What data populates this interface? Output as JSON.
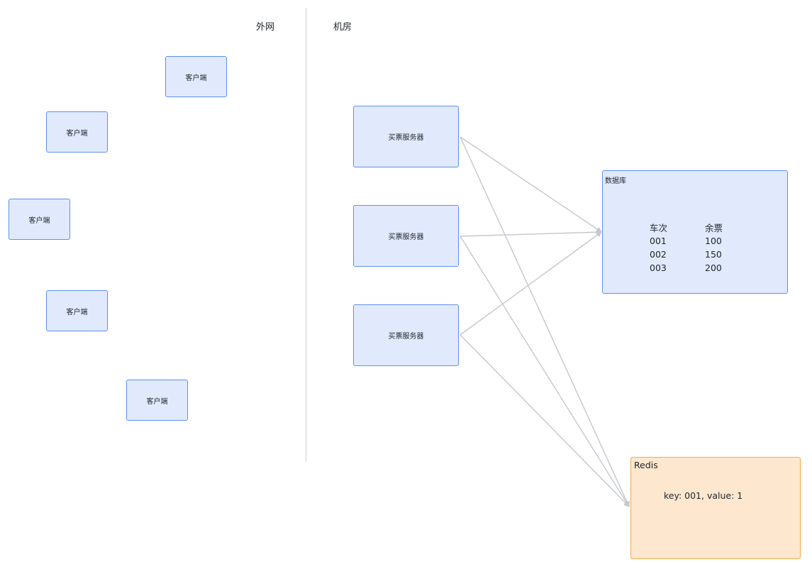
{
  "zones": {
    "outside": "外网",
    "datacenter": "机房"
  },
  "clients": [
    "客户端",
    "客户端",
    "客户端",
    "客户端",
    "客户端"
  ],
  "servers": [
    "买票服务器",
    "买票服务器",
    "买票服务器"
  ],
  "database": {
    "title": "数据库",
    "columns": [
      "车次",
      "余票"
    ],
    "rows": [
      [
        "001",
        "100"
      ],
      [
        "002",
        "150"
      ],
      [
        "003",
        "200"
      ]
    ]
  },
  "redis": {
    "title": "Redis",
    "entry": "key: 001, value: 1"
  },
  "colors": {
    "box_fill": "#e1eafd",
    "box_border": "#5b8ff0",
    "redis_fill": "#fde8cf",
    "redis_border": "#f6a94a",
    "arrow": "#c4c7cc"
  }
}
